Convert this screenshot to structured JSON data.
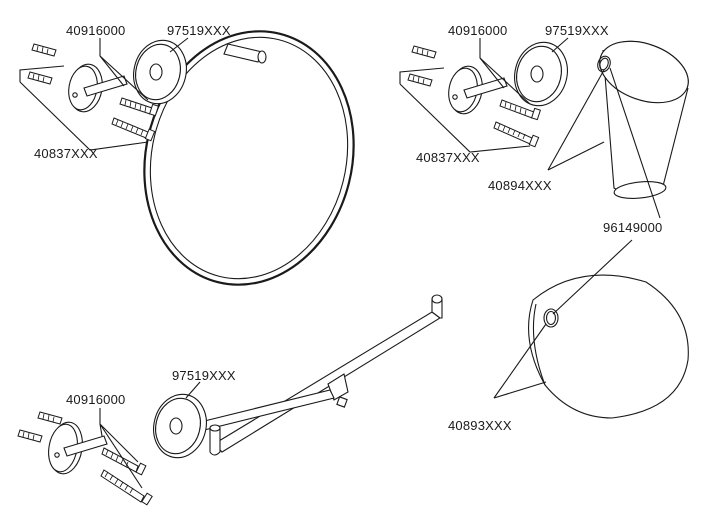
{
  "labels": {
    "a_pin_part": "40916000",
    "a_rosette_part": "97519XXX",
    "a_plate_part": "40837XXX",
    "b_pin_part": "40916000",
    "b_rosette_part": "97519XXX",
    "b_plate_part": "40837XXX",
    "b_cup_part": "40894XXX",
    "ring_seal_part": "96149000",
    "bowl_part": "40893XXX",
    "c_rosette_part": "97519XXX",
    "c_pin_part": "40916000"
  },
  "colors": {
    "line": "#1a1a1a",
    "background": "#ffffff"
  }
}
